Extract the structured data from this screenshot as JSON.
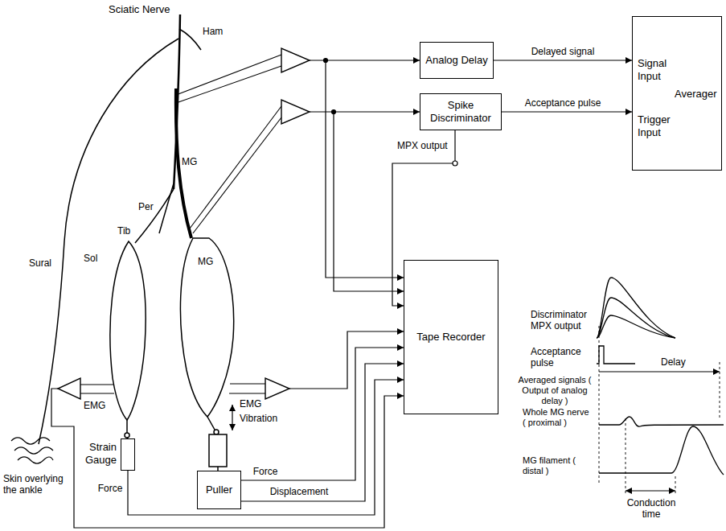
{
  "diagram": {
    "nodes": [
      {
        "text": [
          "Analog Delay"
        ]
      },
      {
        "text": [
          "Spike Discriminator"
        ]
      },
      {
        "text": [
          "Signal Input",
          "Averager",
          "Trigger Input"
        ]
      },
      {
        "text": [
          "Tape Recorder"
        ]
      },
      {
        "text": [
          "Strain Gauge"
        ]
      },
      {
        "text": [
          "Puller"
        ]
      }
    ],
    "edges": [
      {
        "from": 0,
        "to": 2,
        "label": "Delayed signal",
        "arrow": "to"
      },
      {
        "from": 1,
        "to": 2,
        "label": "Acceptance pulse",
        "arrow": "to"
      },
      {
        "from": 4,
        "to": 3,
        "label": "Force",
        "arrow": "to"
      },
      {
        "from": 5,
        "to": 3,
        "label": "Force",
        "arrow": "to"
      },
      {
        "from": 5,
        "to": 3,
        "label": "Displacement",
        "arrow": "to"
      }
    ],
    "labels": [
      "Sciatic Nerve",
      "Ham",
      "Per",
      "MG",
      "Tib",
      "Sural",
      "Sol",
      "MG",
      "EMG",
      "EMG",
      "Vibration",
      "Skin overlying the ankle",
      "MPX output",
      "Discriminator MPX output",
      "Acceptance pulse",
      "Delay",
      "Averaged signals ( Output of analog delay )",
      "Whole MG nerve ( proximal )",
      "MG filament ( distal )",
      "Conduction time"
    ]
  }
}
